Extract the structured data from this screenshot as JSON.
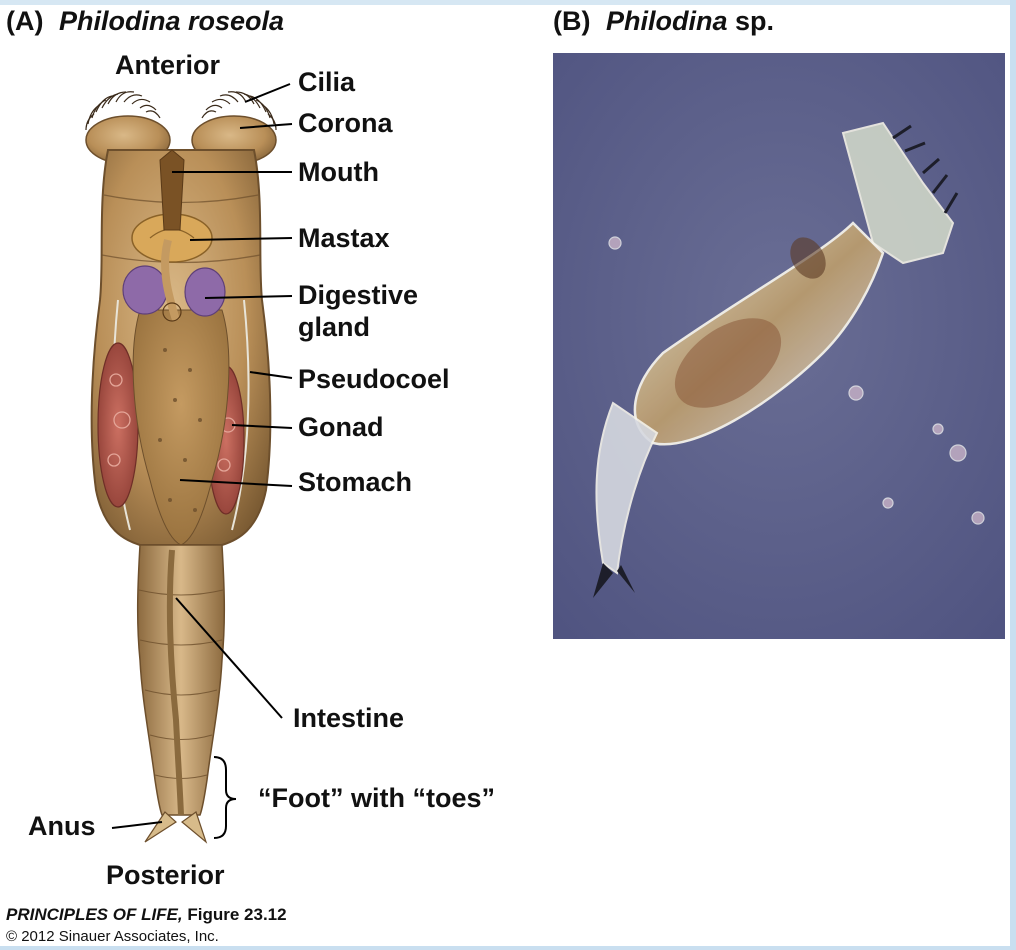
{
  "panel_a": {
    "letter": "(A)",
    "species": "Philodina roseola"
  },
  "panel_b": {
    "letter": "(B)",
    "genus": "Philodina",
    "suffix": "sp."
  },
  "labels": {
    "anterior": "Anterior",
    "cilia": "Cilia",
    "corona": "Corona",
    "mouth": "Mouth",
    "mastax": "Mastax",
    "digestive_gland_line1": "Digestive",
    "digestive_gland_line2": "gland",
    "pseudocoel": "Pseudocoel",
    "gonad": "Gonad",
    "stomach": "Stomach",
    "intestine": "Intestine",
    "foot": "“Foot” with “toes”",
    "anus": "Anus",
    "posterior": "Posterior"
  },
  "credit": {
    "book": "PRINCIPLES OF LIFE,",
    "figure": "Figure 23.12",
    "copyright": "© 2012 Sinauer Associates, Inc."
  },
  "colors": {
    "body_tan": "#c9a470",
    "body_dark": "#8a6a3e",
    "gland_purple": "#8e6aa8",
    "gonad_red": "#b0554a",
    "photo_bg": "#5d6189",
    "frame_blue": "#c9dff0"
  }
}
